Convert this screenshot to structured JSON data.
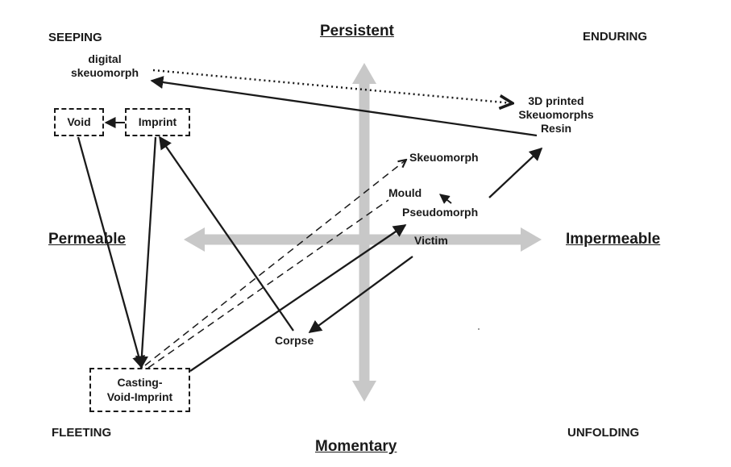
{
  "colors": {
    "axis_arrow": "#c8c8c8",
    "ink": "#1a1a1a",
    "background": "#ffffff"
  },
  "corners": {
    "top_left": "SEEPING",
    "top_right": "ENDURING",
    "bottom_left": "FLEETING",
    "bottom_right": "UNFOLDING"
  },
  "axes": {
    "top": "Persistent",
    "bottom": "Momentary",
    "left": "Permeable",
    "right": "Impermeable"
  },
  "nodes": {
    "digital_skeuomorph_line1": "digital",
    "digital_skeuomorph_line2": "skeuomorph",
    "void": "Void",
    "imprint": "Imprint",
    "printed_line1": "3D printed",
    "printed_line2": "Skeuomorphs",
    "printed_line3": "Resin",
    "skeuomorph": "Skeuomorph",
    "mould": "Mould",
    "pseudomorph": "Pseudomorph",
    "victim": "Victim",
    "corpse": "Corpse",
    "casting_line1": "Casting-",
    "casting_line2": "Void-Imprint"
  }
}
